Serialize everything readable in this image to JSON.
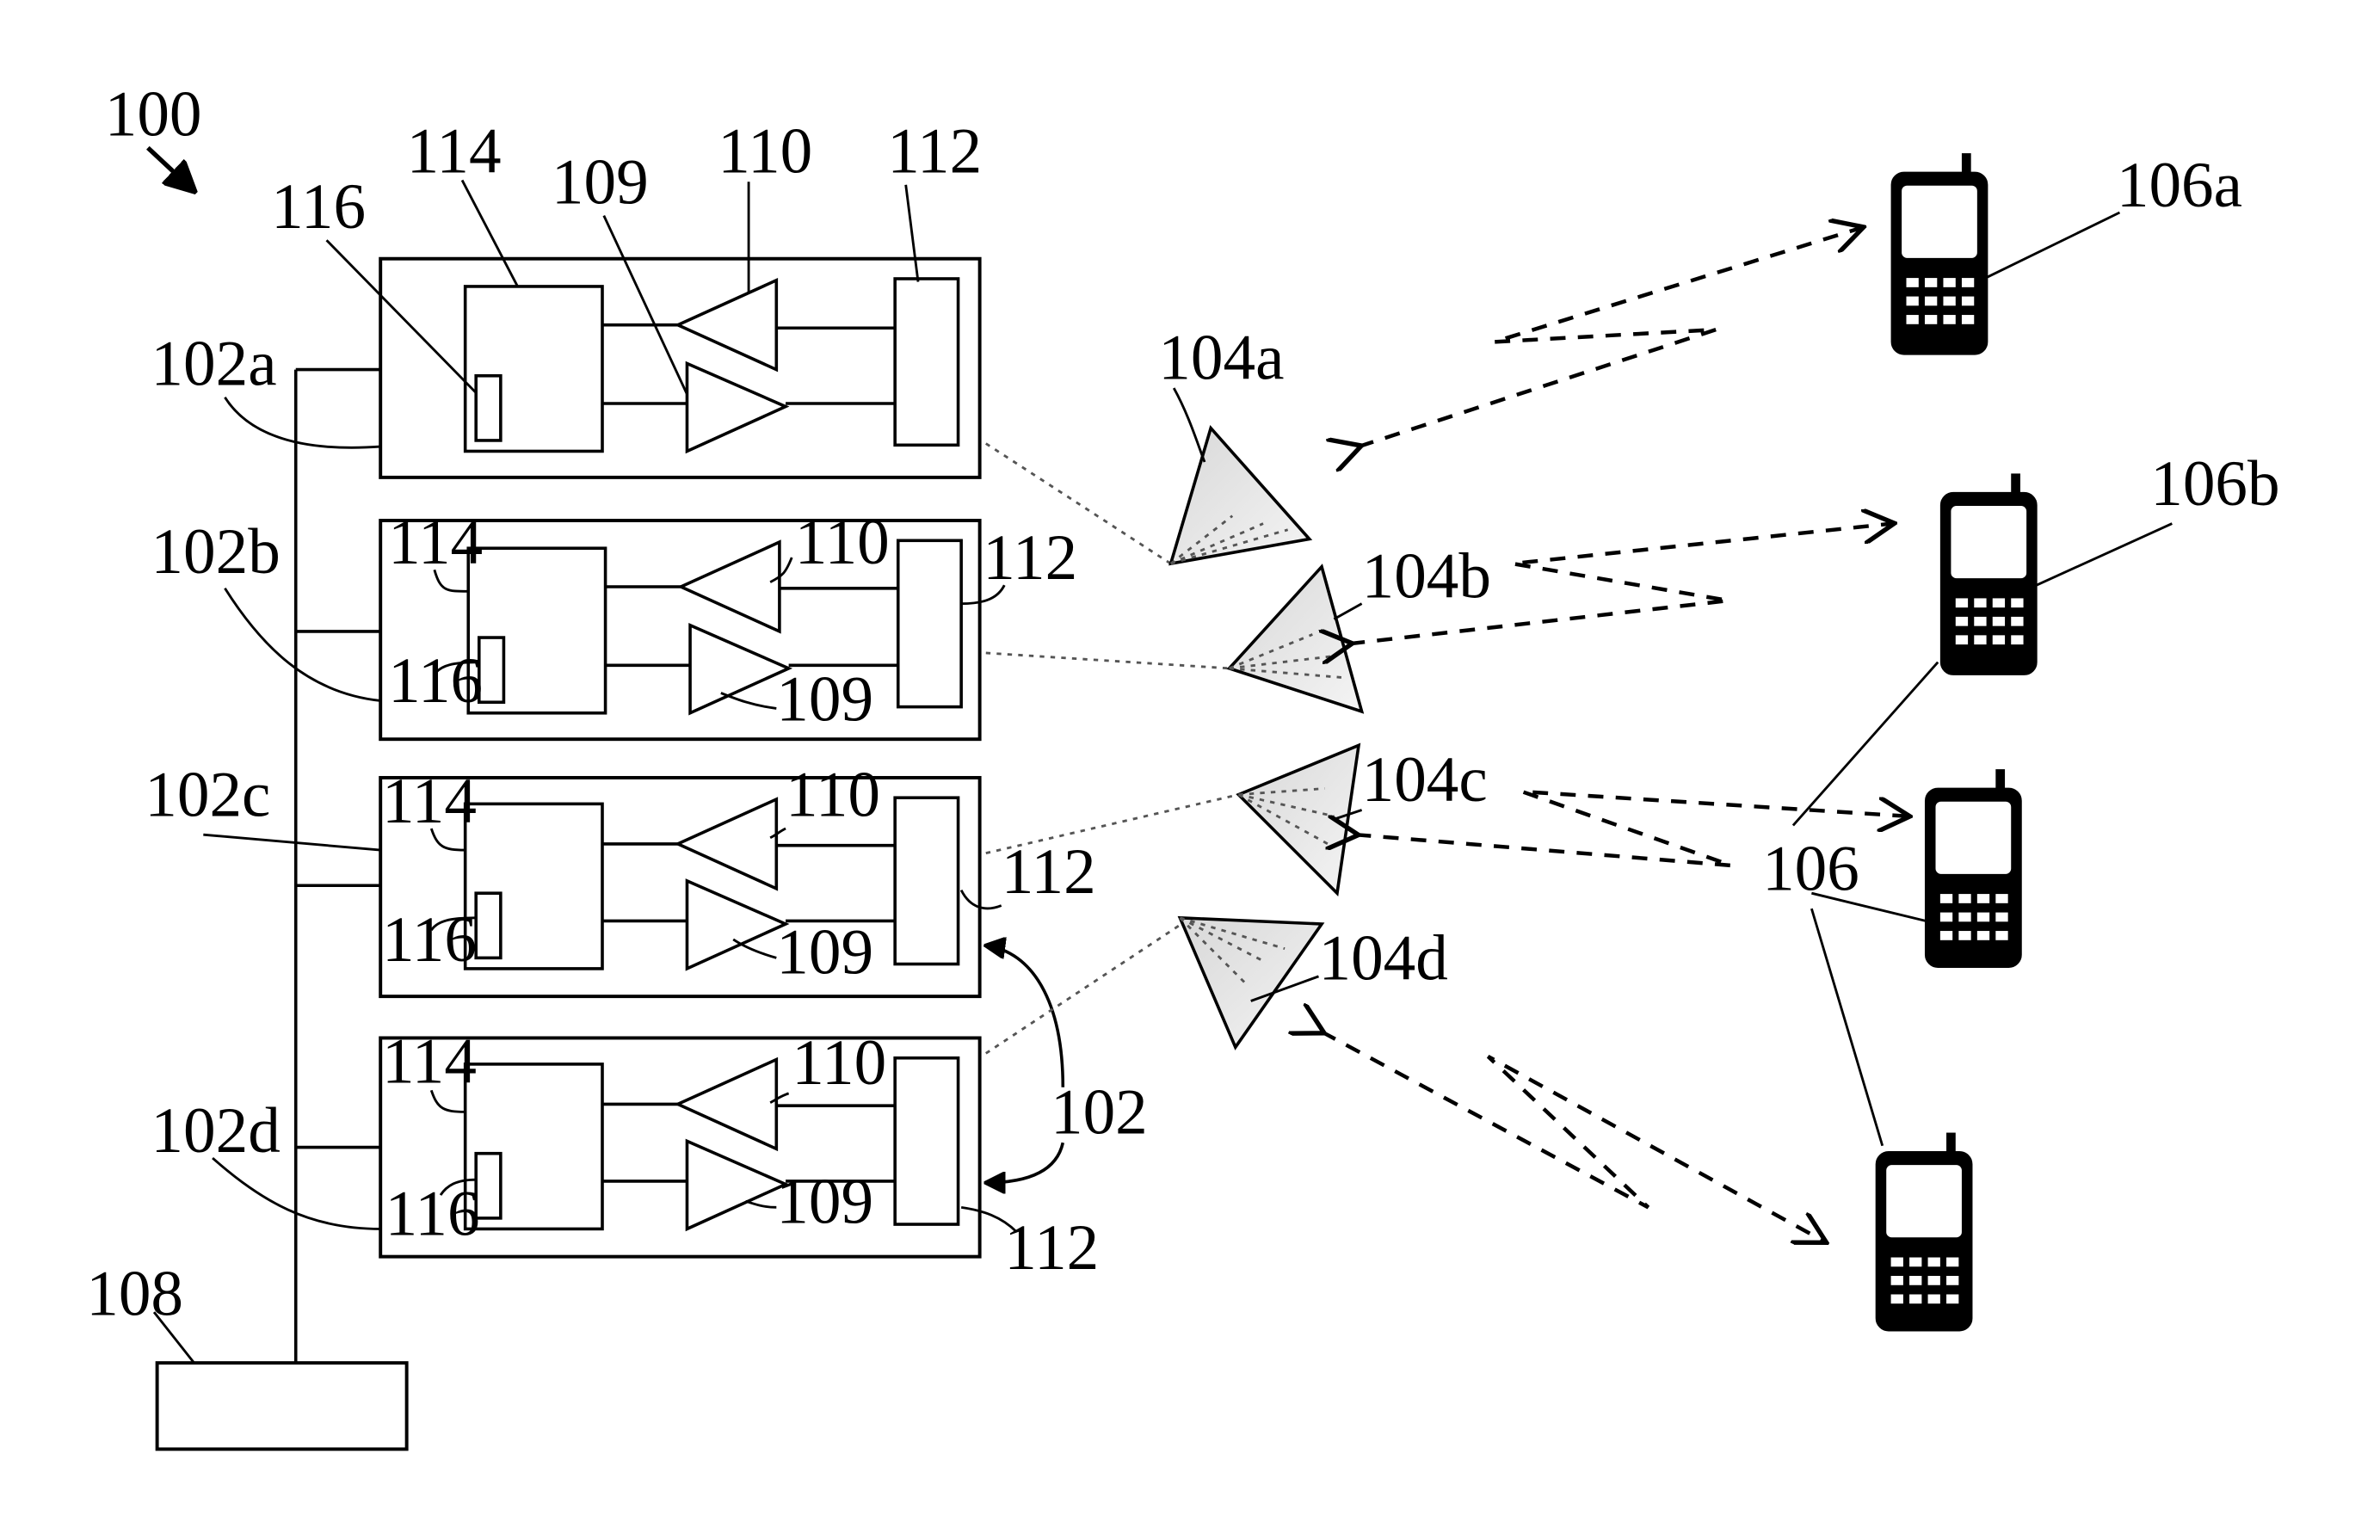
{
  "labels": {
    "system": "100",
    "controller": "108",
    "bus_unit_a": "102a",
    "bus_unit_b": "102b",
    "bus_unit_c": "102c",
    "bus_unit_d": "102d",
    "unit_group": "102",
    "processor": "114",
    "memory": "116",
    "tx_amp": "109",
    "rx_amp": "110",
    "duplexer": "112",
    "antenna_a": "104a",
    "antenna_b": "104b",
    "antenna_c": "104c",
    "antenna_d": "104d",
    "phone_a": "106a",
    "phone_b": "106b",
    "phones": "106"
  }
}
